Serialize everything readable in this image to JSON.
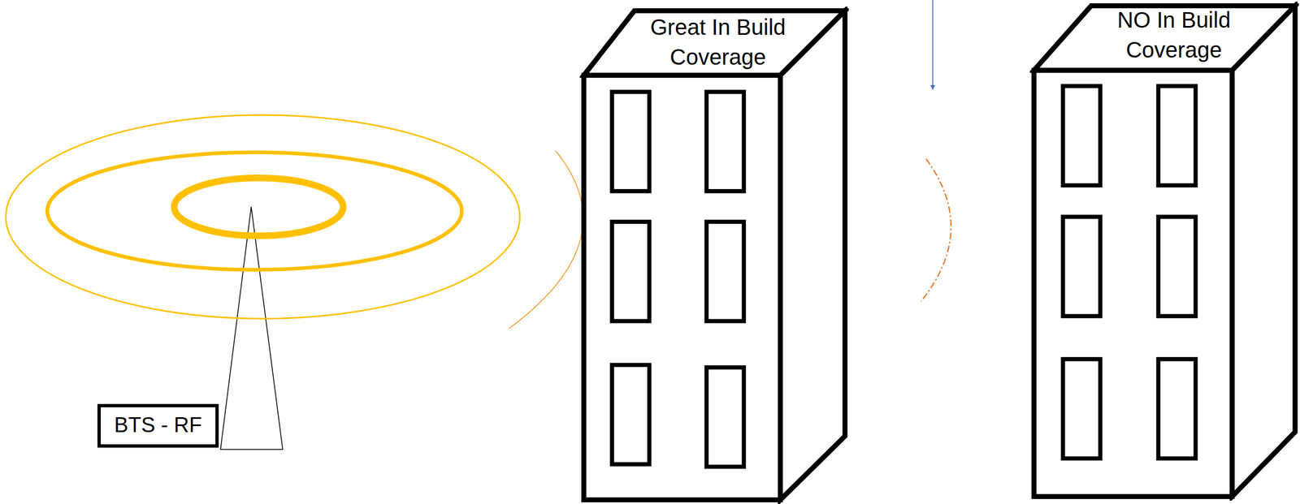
{
  "diagram": {
    "nodes": [
      {
        "text": [
          "BTS - RF"
        ]
      },
      {
        "text": [
          "Great In Build Coverage"
        ]
      },
      {
        "text": [
          "NO In Build Coverage"
        ]
      }
    ]
  }
}
